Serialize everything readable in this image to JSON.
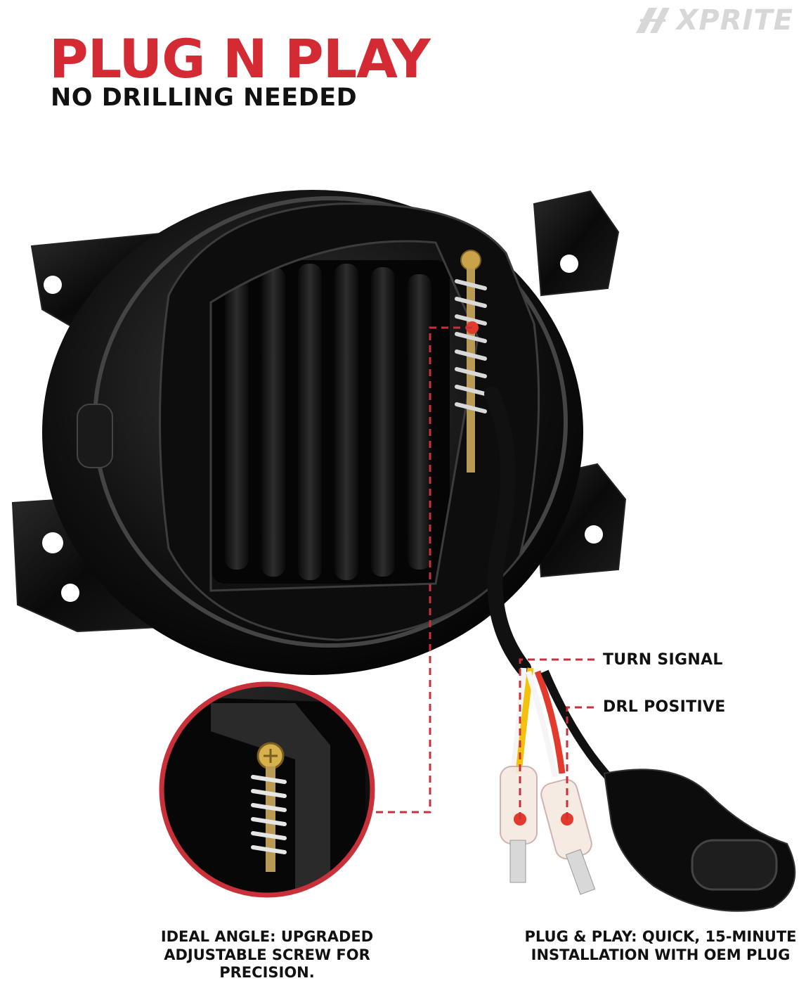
{
  "header": {
    "title": "PLUG N PLAY",
    "subtitle": "NO DRILLING NEEDED"
  },
  "brand": {
    "name": "XPRITE",
    "icon": "xprite-logo-icon"
  },
  "callouts": {
    "turn_signal": "TURN SIGNAL",
    "drl_positive": "DRL POSITIVE"
  },
  "captions": {
    "left_line1": "IDEAL ANGLE: UPGRADED",
    "left_line2": "ADJUSTABLE SCREW FOR PRECISION.",
    "right_line1": "PLUG & PLAY: QUICK, 15-MINUTE",
    "right_line2": "INSTALLATION WITH OEM PLUG"
  },
  "colors": {
    "accent_red": "#d42a33",
    "text": "#111111",
    "brand_gray": "#d7d7d7"
  }
}
